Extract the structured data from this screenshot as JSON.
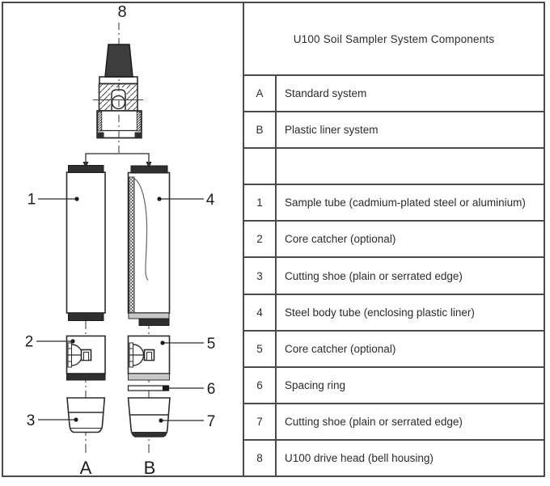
{
  "table": {
    "title": "U100 Soil Sampler System Components",
    "rows": [
      {
        "num": "A",
        "desc": "Standard system"
      },
      {
        "num": "B",
        "desc": "Plastic liner system"
      },
      {
        "num": "",
        "desc": ""
      },
      {
        "num": "1",
        "desc": "Sample tube (cadmium-plated steel or aluminium)"
      },
      {
        "num": "2",
        "desc": "Core catcher (optional)"
      },
      {
        "num": "3",
        "desc": "Cutting shoe (plain or serrated edge)"
      },
      {
        "num": "4",
        "desc": "Steel body tube (enclosing plastic liner)"
      },
      {
        "num": "5",
        "desc": "Core catcher (optional)"
      },
      {
        "num": "6",
        "desc": "Spacing ring"
      },
      {
        "num": "7",
        "desc": "Cutting shoe (plain or serrated edge)"
      },
      {
        "num": "8",
        "desc": "U100 drive head (bell housing)"
      }
    ]
  },
  "diagram": {
    "labels": {
      "l1": "1",
      "l2": "2",
      "l3": "3",
      "l4": "4",
      "l5": "5",
      "l6": "6",
      "l7": "7",
      "l8": "8",
      "sysA": "A",
      "sysB": "B"
    }
  },
  "colors": {
    "line": "#2b2b2b",
    "dark_fill": "#2f2f2f",
    "light_gray": "#c8c8c8",
    "border": "#4a4a4a"
  }
}
